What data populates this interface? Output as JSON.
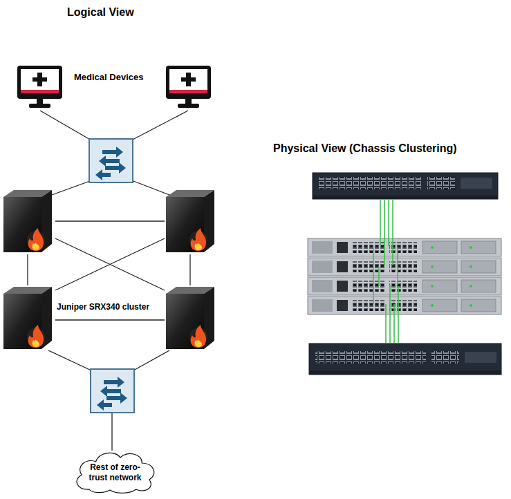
{
  "diagram": {
    "nodes": [
      {
        "text": [
          "Rest of zero-trust network"
        ]
      }
    ],
    "labels": [
      "Logical View",
      "Medical Devices",
      "Juniper SRX340 cluster",
      "Physical View (Chassis Clustering)"
    ]
  }
}
